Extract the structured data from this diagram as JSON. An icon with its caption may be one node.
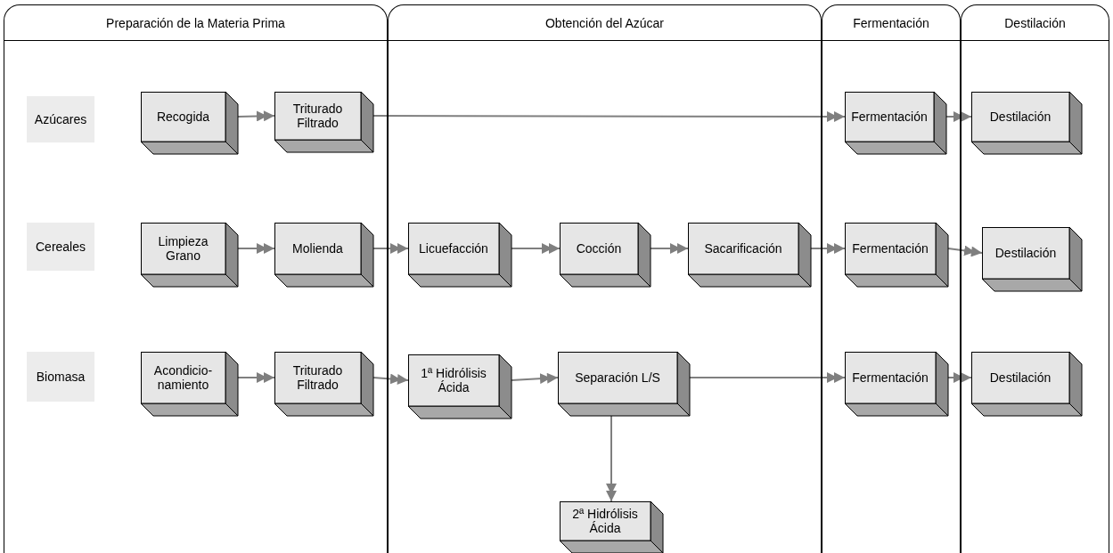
{
  "diagram": {
    "nodes": [
      {
        "text": [
          "Preparación de la Materia Prima"
        ]
      },
      {
        "text": [
          "Obtención del Azúcar"
        ]
      },
      {
        "text": [
          "Fermentación"
        ]
      },
      {
        "text": [
          "Destilación"
        ]
      },
      {
        "text": [
          "Azúcares"
        ],
        "in": 0
      },
      {
        "text": [
          "Recogida"
        ],
        "in": 0
      },
      {
        "text": [
          "Triturado Filtrado"
        ],
        "in": 0
      },
      {
        "text": [
          "Fermentación"
        ],
        "in": 2
      },
      {
        "text": [
          "Destilación"
        ],
        "in": 3
      },
      {
        "text": [
          "Cereales"
        ],
        "in": 0
      },
      {
        "text": [
          "Limpieza Grano"
        ],
        "in": 0
      },
      {
        "text": [
          "Molienda"
        ],
        "in": 0
      },
      {
        "text": [
          "Licuefacción"
        ],
        "in": 1
      },
      {
        "text": [
          "Cocción"
        ],
        "in": 1
      },
      {
        "text": [
          "Sacarificación"
        ],
        "in": 1
      },
      {
        "text": [
          "Fermentación"
        ],
        "in": 2
      },
      {
        "text": [
          "Destilación"
        ],
        "in": 3
      },
      {
        "text": [
          "Biomasa"
        ],
        "in": 0
      },
      {
        "text": [
          "Acondicio- namiento"
        ],
        "in": 0
      },
      {
        "text": [
          "Triturado Filtrado"
        ],
        "in": 0
      },
      {
        "text": [
          "1ª Hidrólisis Ácida"
        ],
        "in": 1
      },
      {
        "text": [
          "Separación L/S"
        ],
        "in": 1
      },
      {
        "text": [
          "Fermentación"
        ],
        "in": 2
      },
      {
        "text": [
          "Destilación"
        ],
        "in": 3
      },
      {
        "text": [
          "2ª Hidrólisis Ácida"
        ],
        "in": 1
      }
    ],
    "edges": [
      {
        "from": 5,
        "to": 6,
        "arrow": "to"
      },
      {
        "from": 6,
        "to": 7,
        "arrow": "to"
      },
      {
        "from": 7,
        "to": 8,
        "arrow": "to"
      },
      {
        "from": 10,
        "to": 11,
        "arrow": "to"
      },
      {
        "from": 11,
        "to": 12,
        "arrow": "to"
      },
      {
        "from": 12,
        "to": 13,
        "arrow": "to"
      },
      {
        "from": 13,
        "to": 14,
        "arrow": "to"
      },
      {
        "from": 14,
        "to": 15,
        "arrow": "to"
      },
      {
        "from": 15,
        "to": 16,
        "arrow": "to"
      },
      {
        "from": 18,
        "to": 19,
        "arrow": "to"
      },
      {
        "from": 19,
        "to": 20,
        "arrow": "to"
      },
      {
        "from": 20,
        "to": 21,
        "arrow": "to"
      },
      {
        "from": 21,
        "to": 22,
        "arrow": "to"
      },
      {
        "from": 22,
        "to": 23,
        "arrow": "to"
      },
      {
        "from": 21,
        "to": 24,
        "arrow": "to"
      }
    ]
  }
}
